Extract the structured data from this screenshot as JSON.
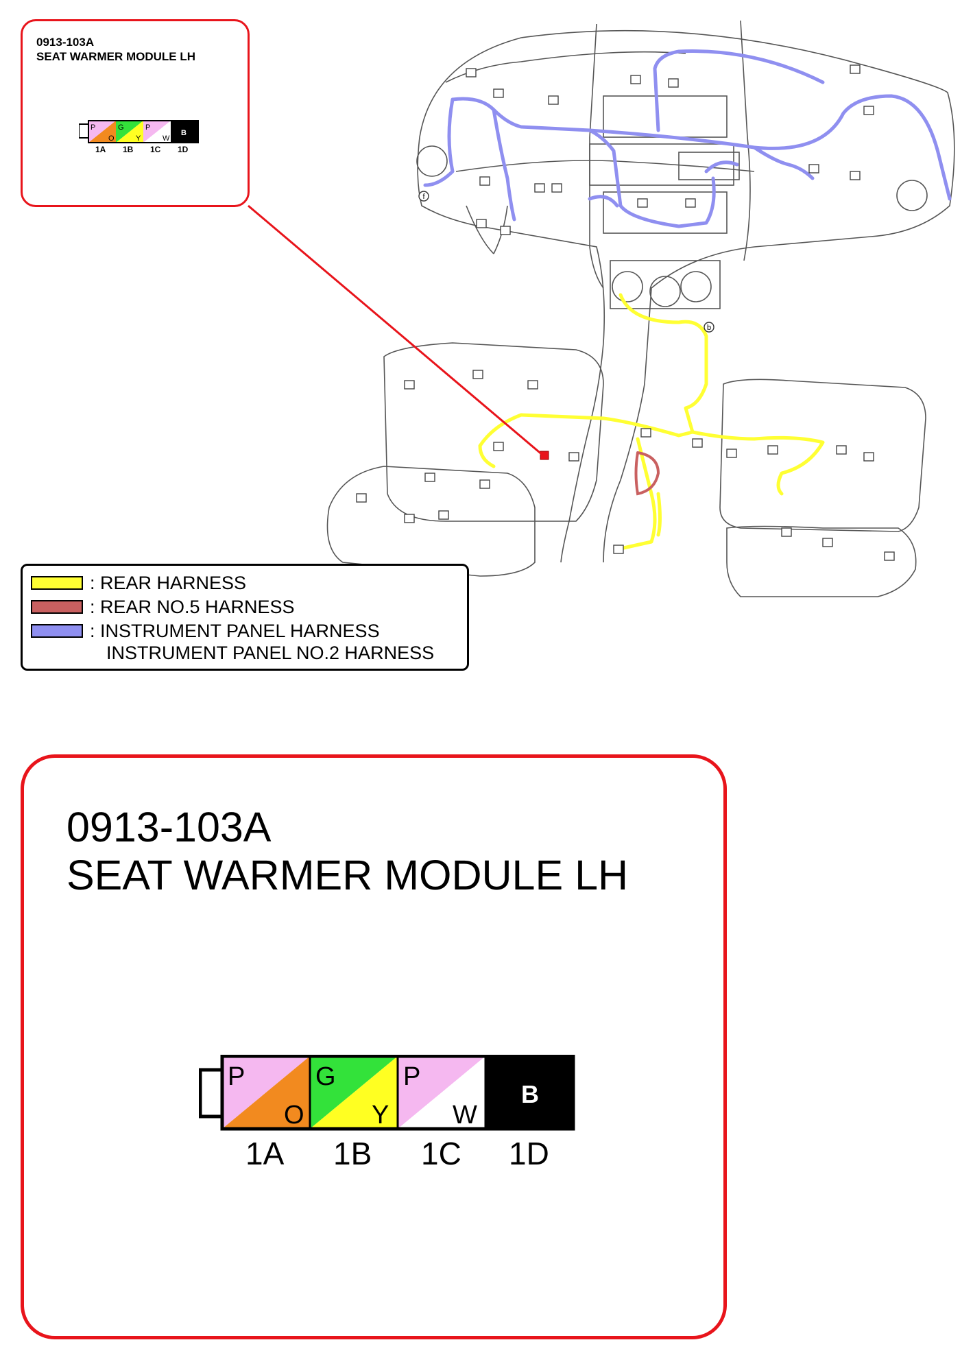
{
  "callout": {
    "code": "0913-103A",
    "name": "SEAT WARMER MODULE LH"
  },
  "connector": {
    "pins": [
      {
        "id": "1A",
        "top": "P",
        "bottom": "O",
        "top_color": "#f5b8f0",
        "bottom_color": "#f28a1f"
      },
      {
        "id": "1B",
        "top": "G",
        "bottom": "Y",
        "top_color": "#33e23a",
        "bottom_color": "#ffff22"
      },
      {
        "id": "1C",
        "top": "P",
        "bottom": "W",
        "top_color": "#f5b8f0",
        "bottom_color": "#ffffff"
      },
      {
        "id": "1D",
        "label": "B",
        "color": "#000000"
      }
    ]
  },
  "legend": {
    "items": [
      {
        "label": ": REAR HARNESS",
        "color": "#ffff33"
      },
      {
        "label": ": REAR NO.5 HARNESS",
        "color": "#c96060"
      },
      {
        "label": ": INSTRUMENT PANEL HARNESS",
        "color": "#8f8ff0"
      }
    ],
    "extra_line": "INSTRUMENT PANEL NO.2 HARNESS"
  },
  "markers": [
    "b",
    "f"
  ],
  "colors": {
    "accent": "#e8141b",
    "rear_harness": "#ffff33",
    "rear_no5": "#c96060",
    "instrument_panel": "#8f8ff0"
  }
}
